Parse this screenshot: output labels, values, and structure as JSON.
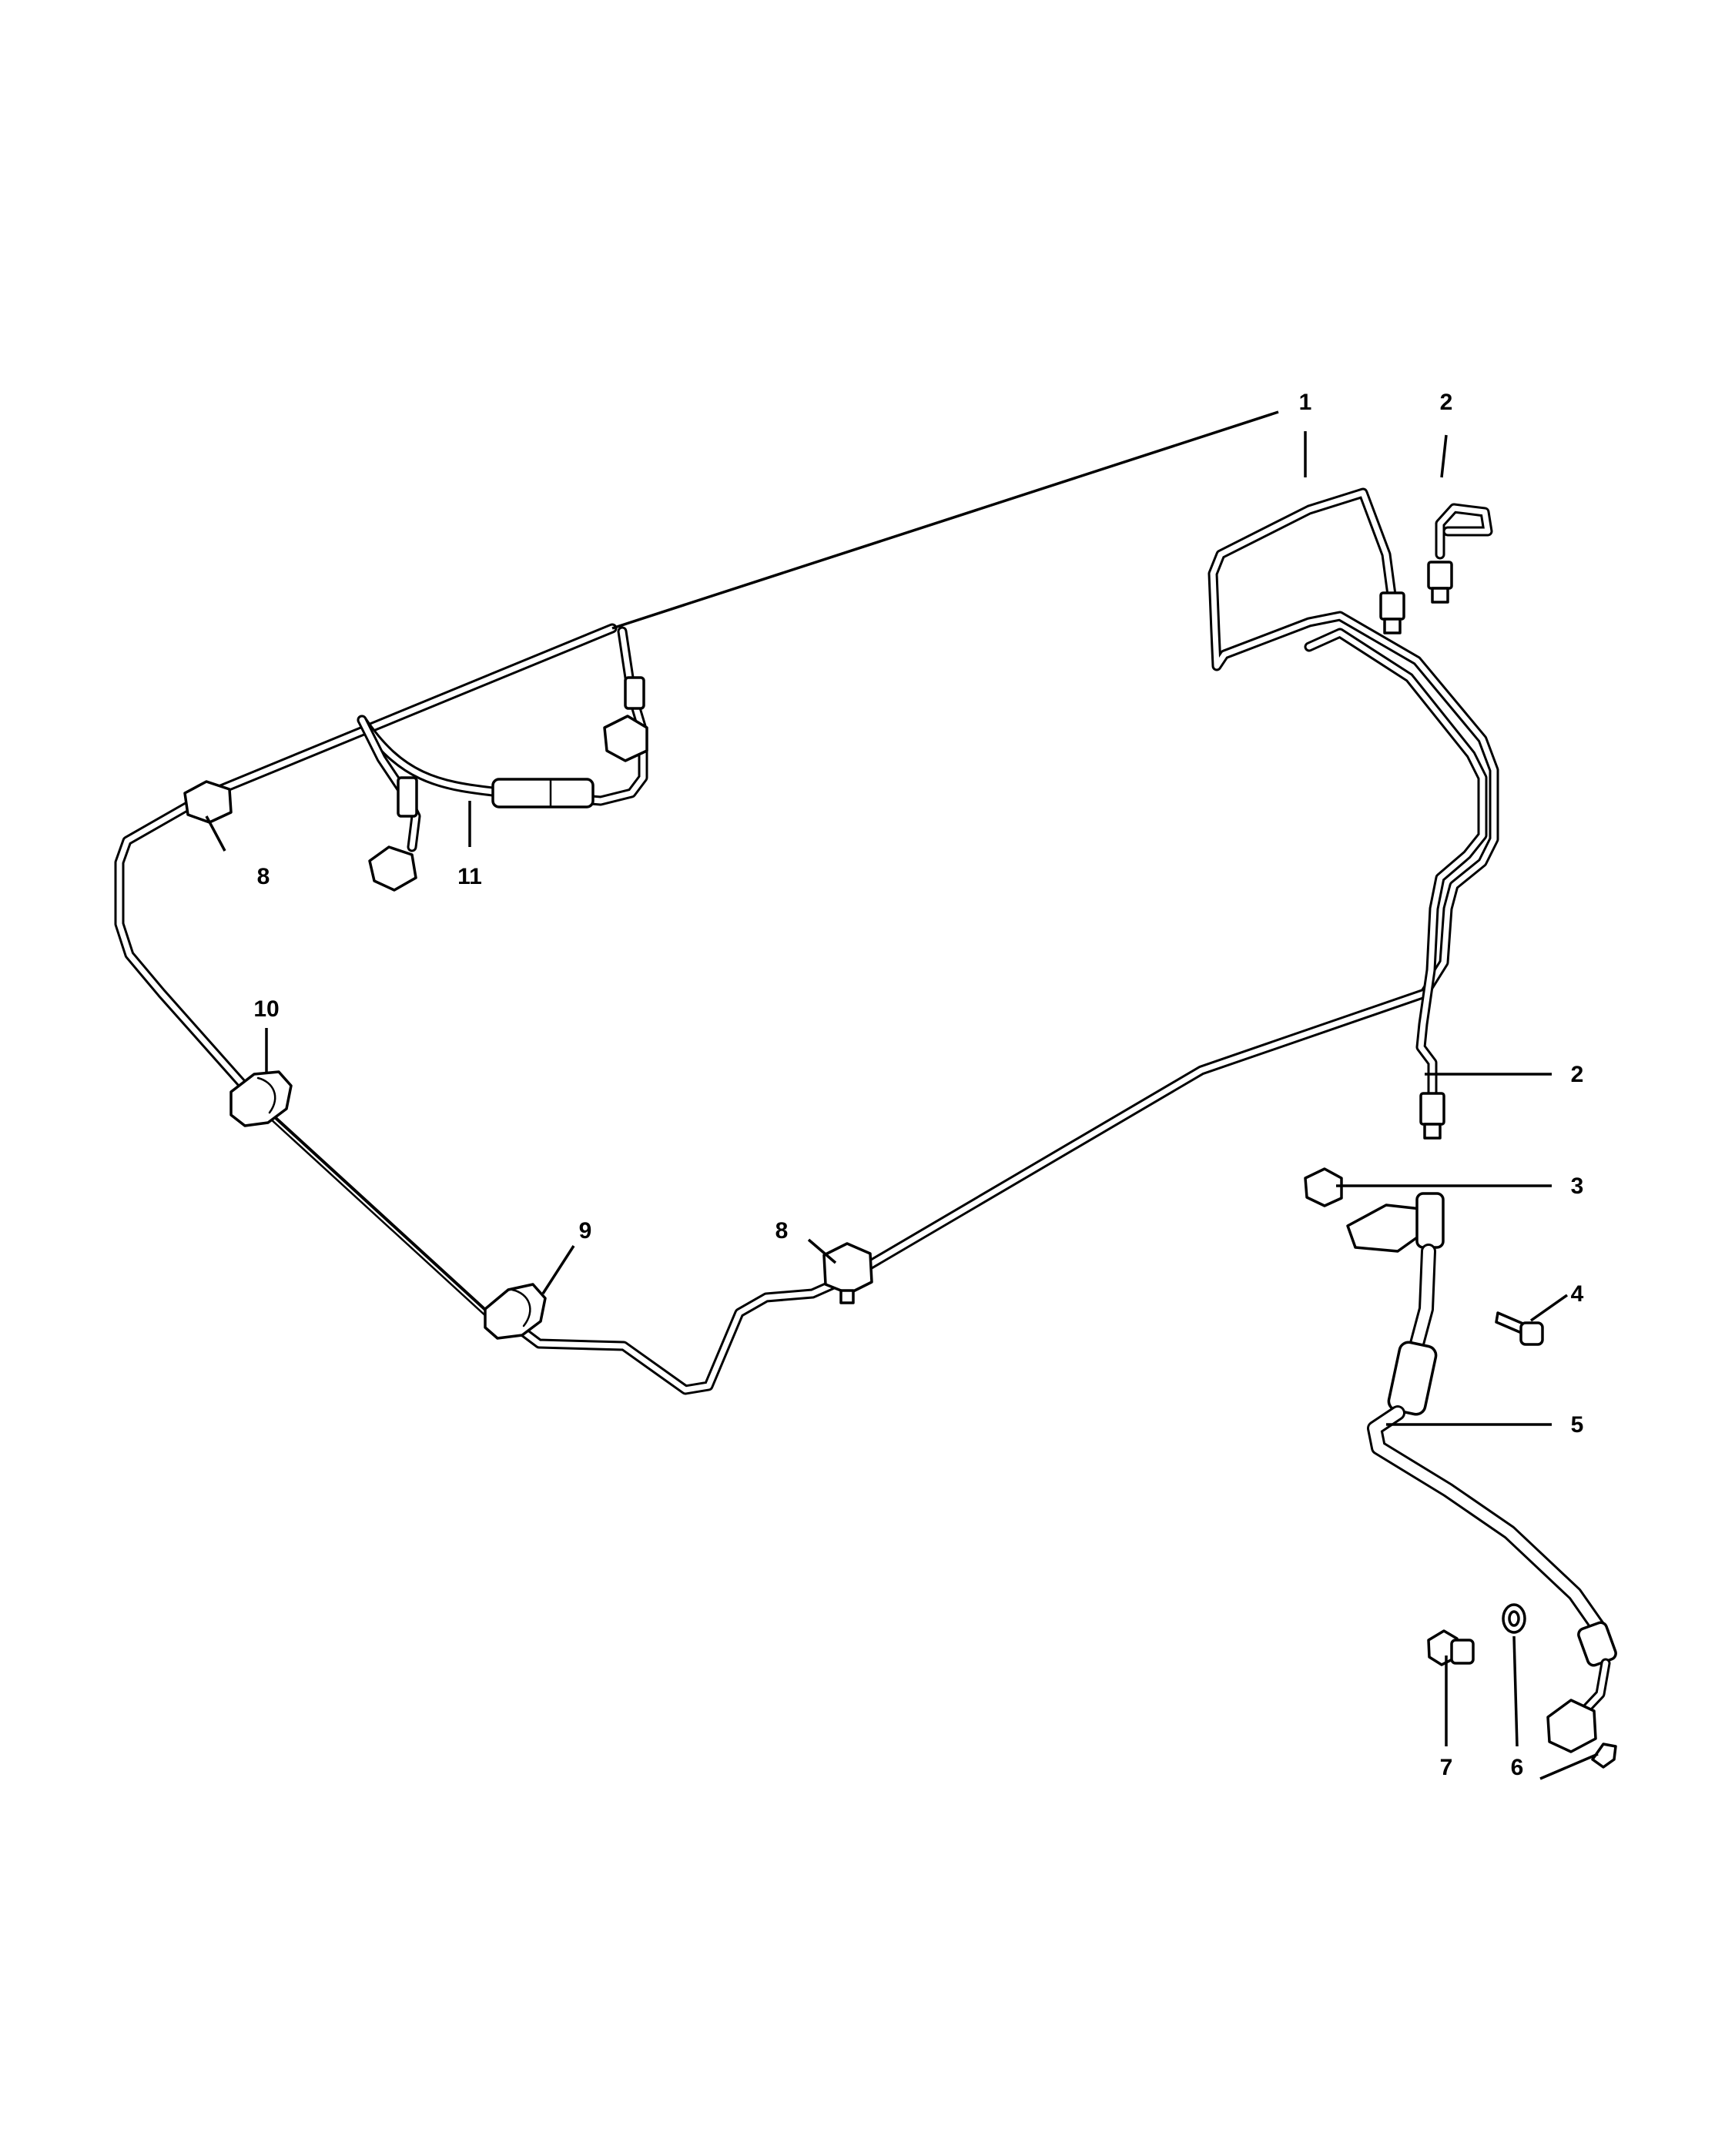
{
  "callouts": [
    {
      "id": "c1",
      "text": "1"
    },
    {
      "id": "c2a",
      "text": "2"
    },
    {
      "id": "c2b",
      "text": "2"
    },
    {
      "id": "c3",
      "text": "3"
    },
    {
      "id": "c4",
      "text": "4"
    },
    {
      "id": "c5",
      "text": "5"
    },
    {
      "id": "c6",
      "text": "6"
    },
    {
      "id": "c7",
      "text": "7"
    },
    {
      "id": "c8a",
      "text": "8"
    },
    {
      "id": "c8b",
      "text": "8"
    },
    {
      "id": "c9",
      "text": "9"
    },
    {
      "id": "c10",
      "text": "10"
    },
    {
      "id": "c11",
      "text": "11"
    }
  ]
}
